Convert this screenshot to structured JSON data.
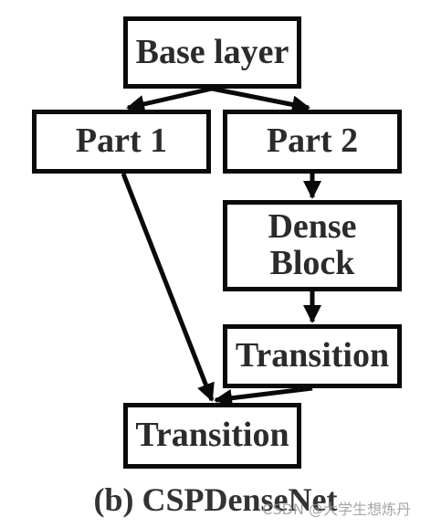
{
  "nodes": {
    "base_layer": "Base layer",
    "part1": "Part 1",
    "part2": "Part 2",
    "dense_block_line1": "Dense",
    "dense_block_line2": "Block",
    "transition_inner": "Transition",
    "transition_outer": "Transition"
  },
  "caption": "(b) CSPDenseNet",
  "watermark": "CSDN @大学生想炼丹"
}
